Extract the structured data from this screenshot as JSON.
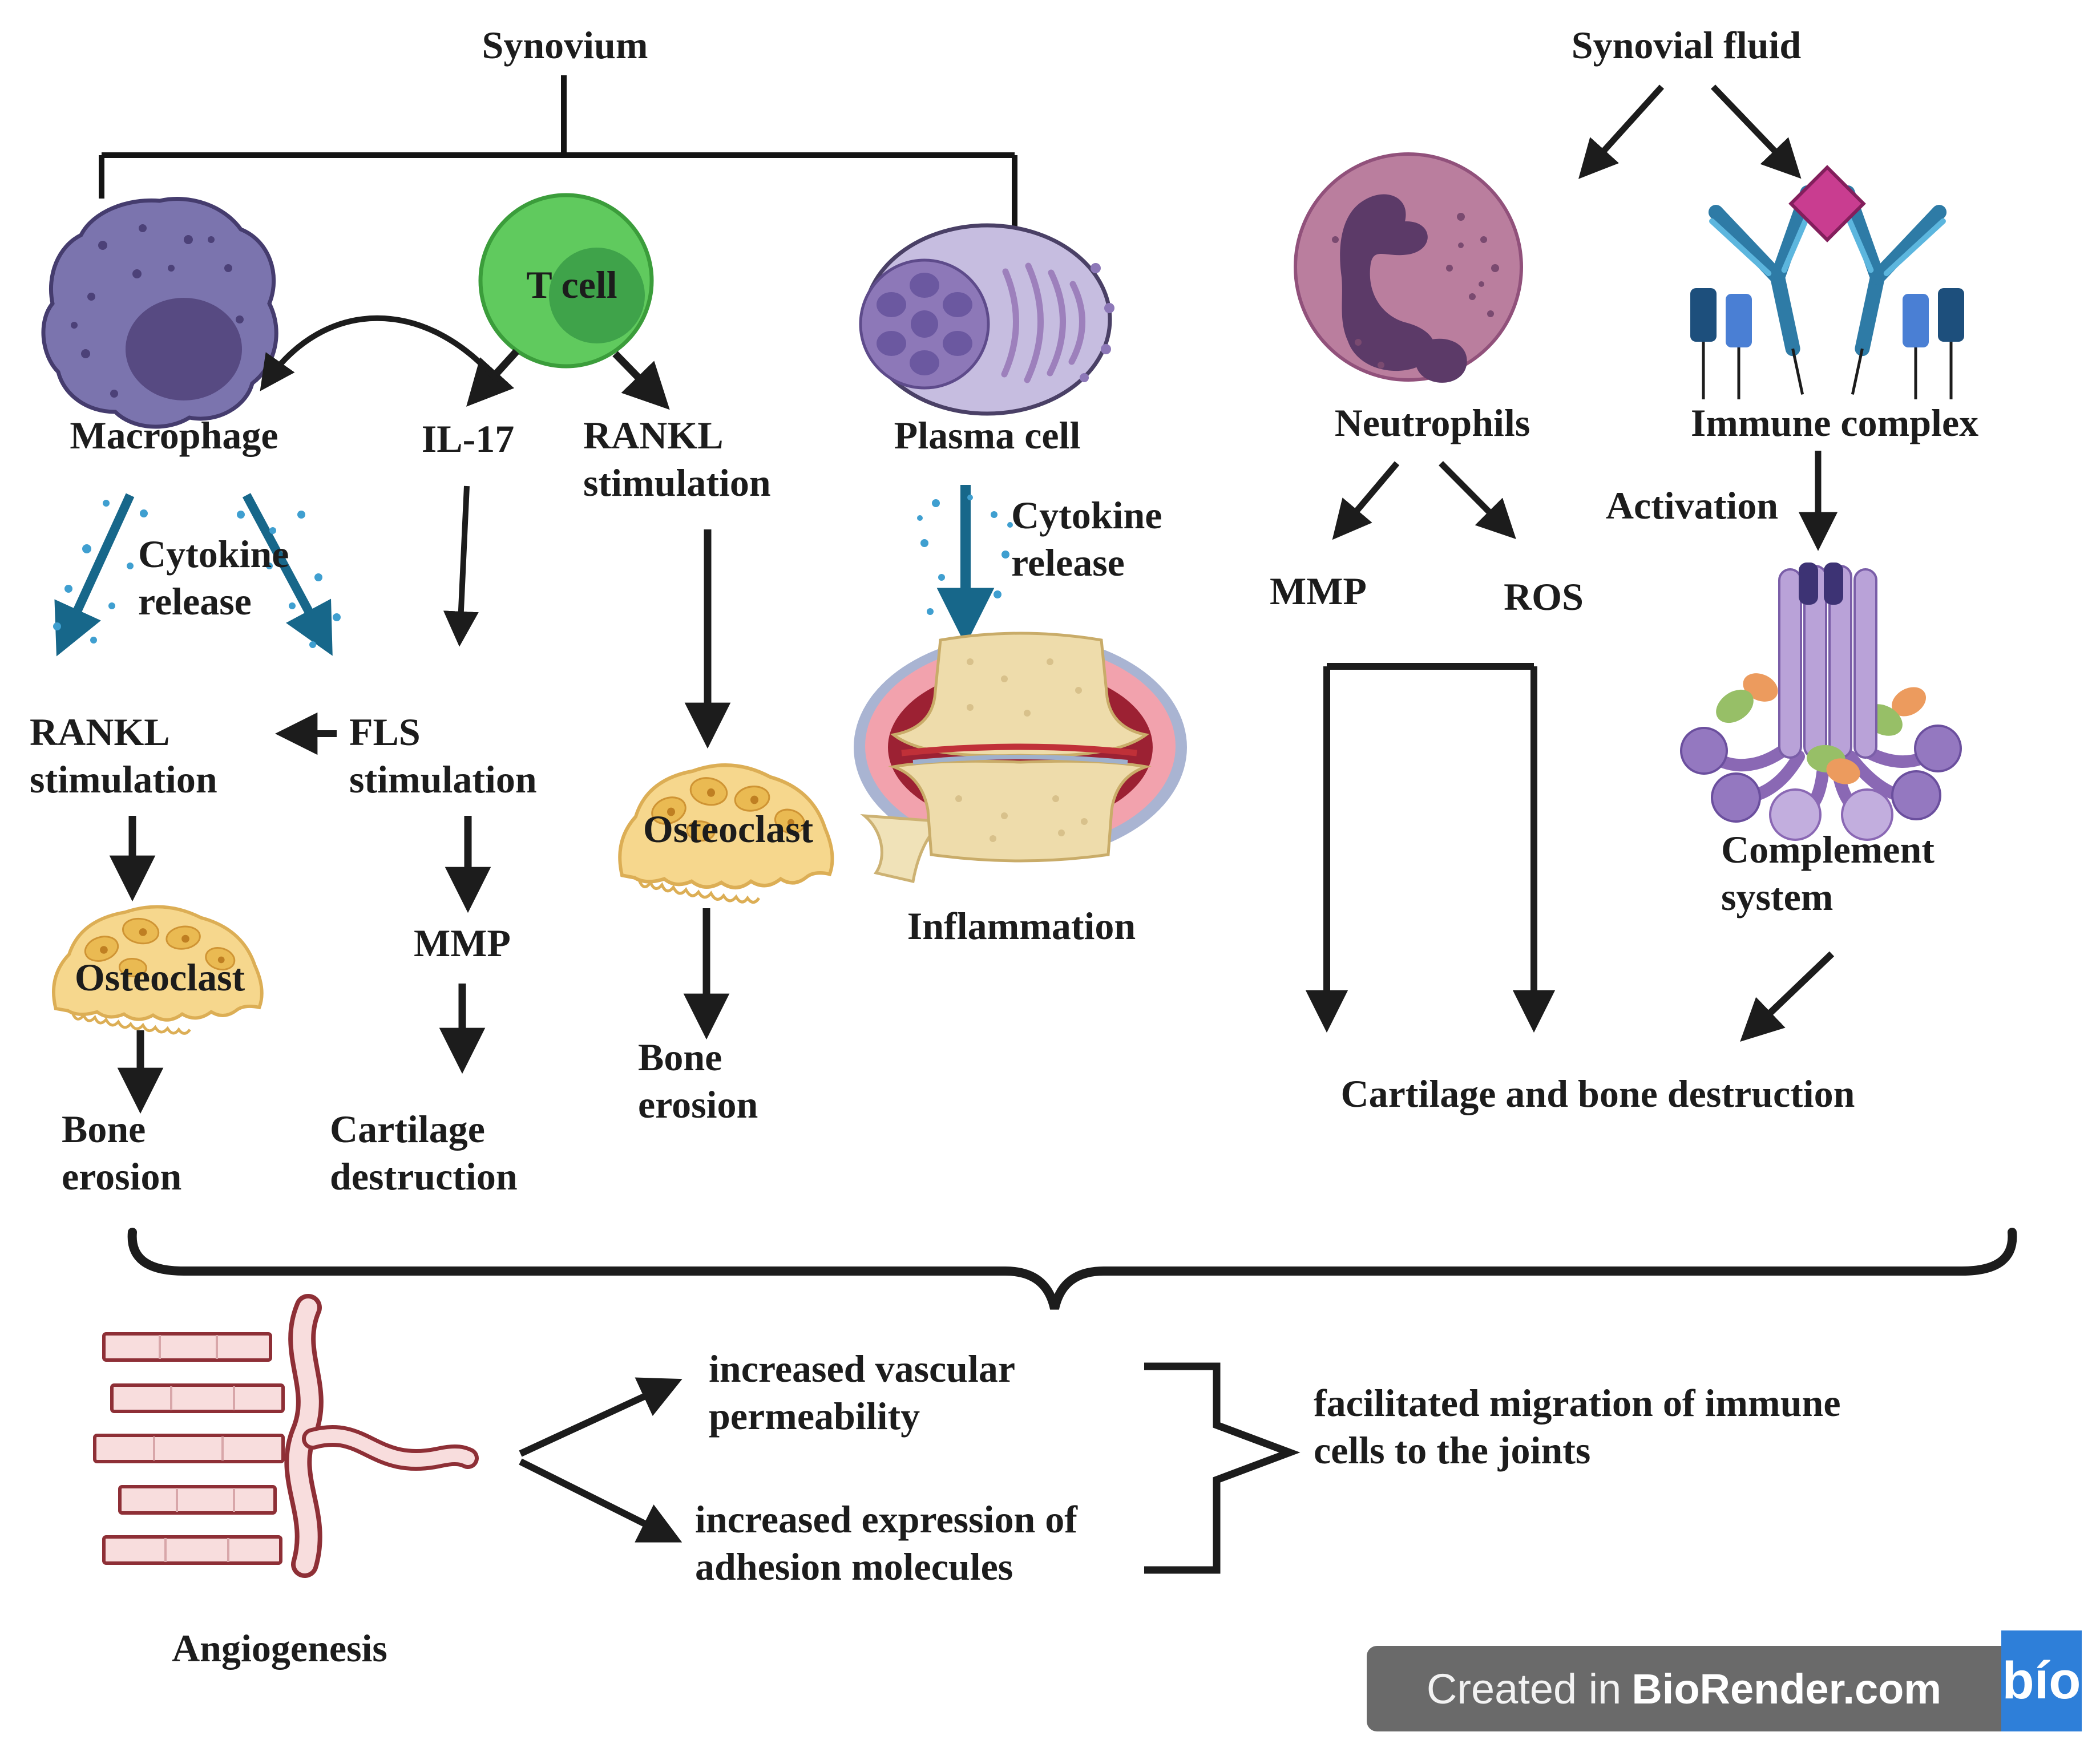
{
  "titles": {
    "synovium": "Synovium",
    "synovial_fluid": "Synovial fluid"
  },
  "labels": {
    "macrophage": "Macrophage",
    "t_cell": "T cell",
    "il17": "IL-17",
    "rankl_stimulation_top": "RANKL\nstimulation",
    "plasma_cell": "Plasma cell",
    "neutrophils": "Neutrophils",
    "immune_complex": "Immune complex",
    "cytokine_release_left": "Cytokine\nrelease",
    "cytokine_release_right": "Cytokine\nrelease",
    "activation": "Activation",
    "mmp_right": "MMP",
    "ros": "ROS",
    "rankl_stimulation_left": "RANKL\nstimulation",
    "fls_stimulation": "FLS\nstimulation",
    "osteoclast_left": "Osteoclast",
    "osteoclast_mid": "Osteoclast",
    "mmp_left": "MMP",
    "bone_erosion_left": "Bone\nerosion",
    "cartilage_destruction": "Cartilage\ndestruction",
    "bone_erosion_mid": "Bone\nerosion",
    "inflammation": "Inflammation",
    "complement_system": "Complement\nsystem",
    "cartilage_bone_destruction": "Cartilage and bone destruction",
    "angiogenesis": "Angiogenesis",
    "increased_vascular": "increased vascular\npermeability",
    "increased_expression": "increased expression of\nadhesion molecules",
    "facilitated_migration": "facilitated migration of immune\ncells to the joints"
  },
  "badge": {
    "created_prefix": "Created in",
    "brand": "BioRender.com",
    "logo": "bío"
  },
  "colors": {
    "arrow_black": "#1c1c1c",
    "cytokine_teal": "#17678a",
    "cytokine_dots": "#3f9fd0",
    "t_cell_body": "#60ca5e",
    "t_cell_nucleus": "#3fa34a",
    "macrophage_body": "#7b74ae",
    "macrophage_nucleus": "#574a82",
    "plasma_body": "#c6bde0",
    "plasma_nucleus": "#8d78b8",
    "neutrophil_body": "#ba7e9e",
    "neutrophil_nucleus": "#5c3a68",
    "osteoclast_body": "#f6d78d",
    "antibody_blue": "#2e7ba6",
    "antigen_pink": "#c93d90",
    "complement_purple": "#b9a2d8",
    "bone_beige": "#eedcab",
    "joint_red": "#9c2133",
    "vessel_red": "#8e2f36",
    "vessel_fill": "#f8dddd",
    "badge_gray": "#6a6a6a",
    "badge_blue": "#2e7fd9"
  }
}
